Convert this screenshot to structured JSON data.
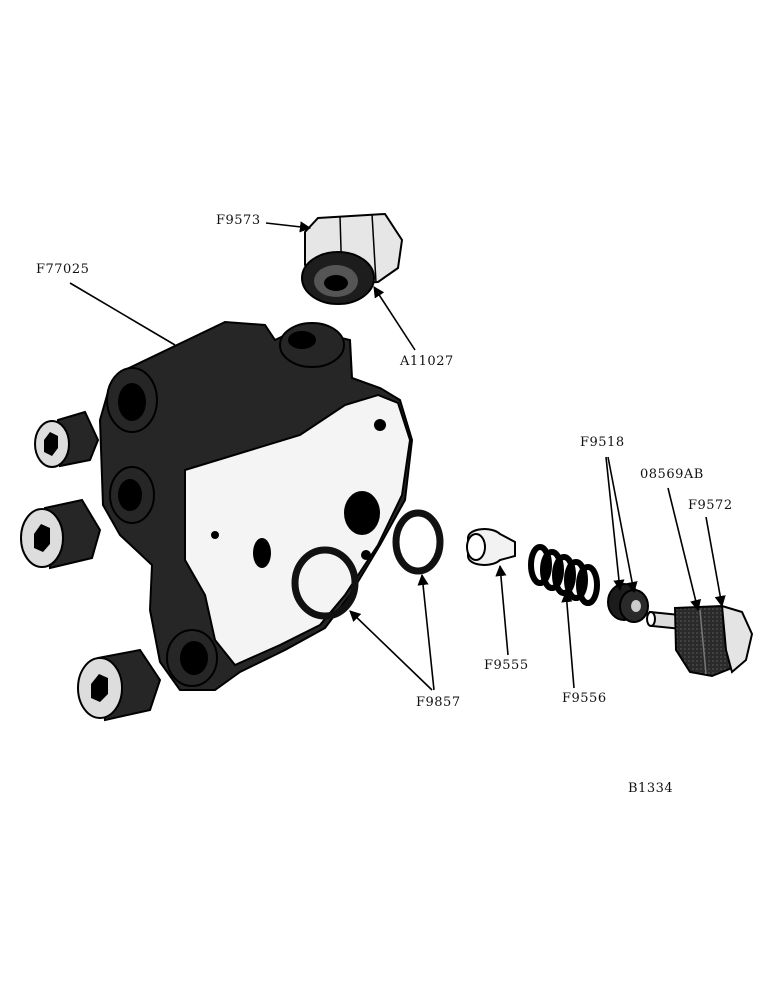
{
  "labels": {
    "F9573": "F9573",
    "F77025": "F77025",
    "A11027": "A11027",
    "F9518": "F9518",
    "08569AB": "08569AB",
    "F9572": "F9572",
    "F9555": "F9555",
    "F9556": "F9556",
    "F9857": "F9857",
    "figure_id": "B1334"
  }
}
